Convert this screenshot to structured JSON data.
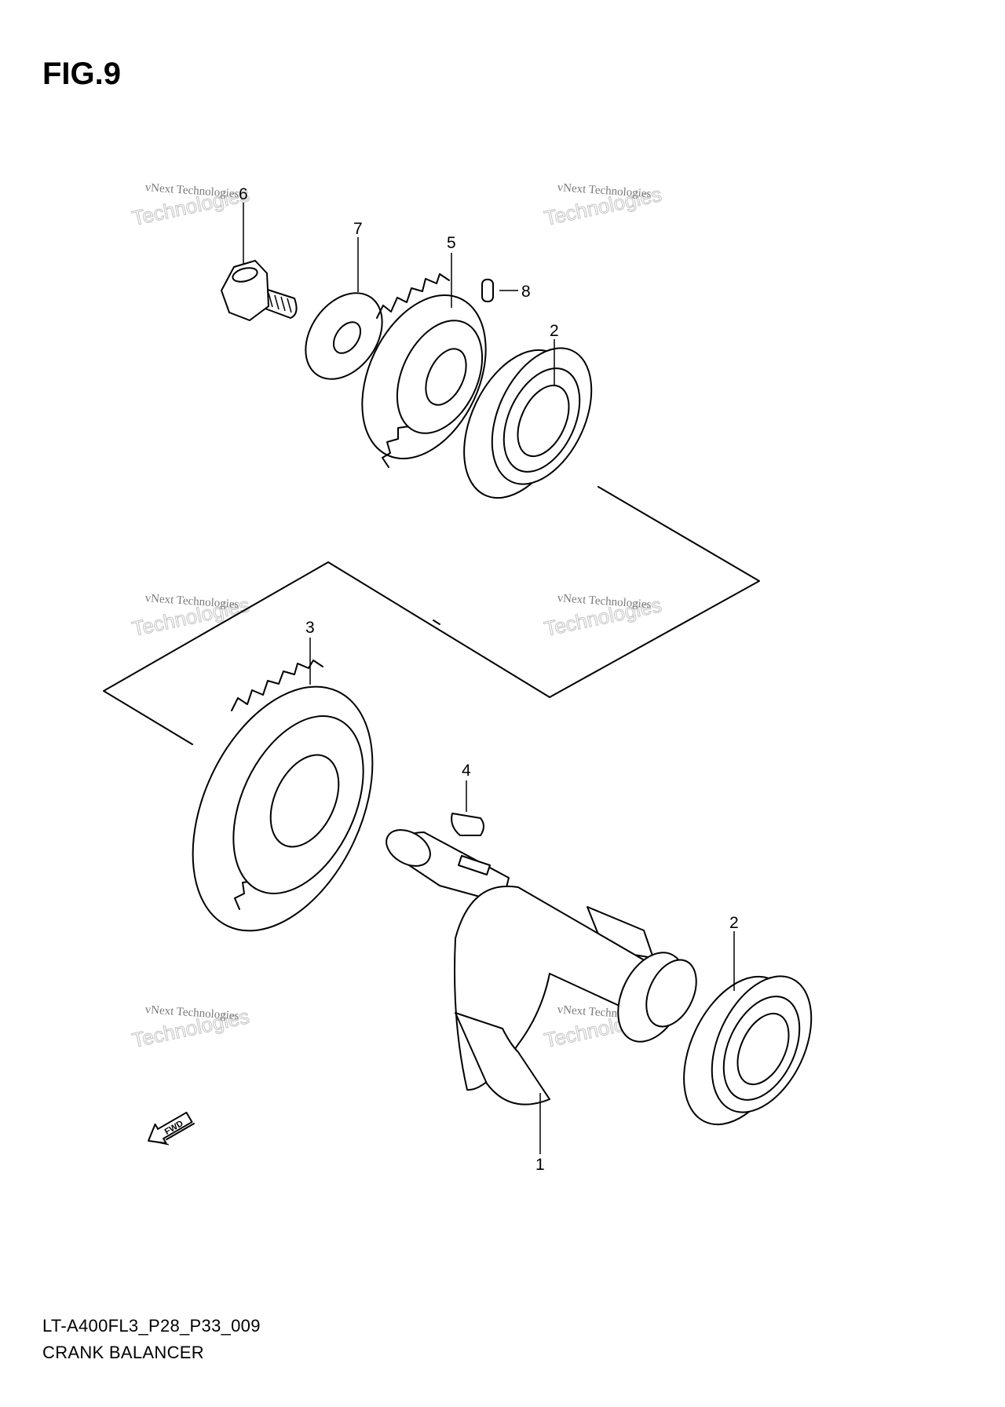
{
  "figure": {
    "title": "FIG.9",
    "code": "LT-A400FL3_P28_P33_009",
    "name": "CRANK BALANCER"
  },
  "callouts": [
    {
      "id": "6",
      "label": "6",
      "part": "bolt"
    },
    {
      "id": "7",
      "label": "7",
      "part": "washer"
    },
    {
      "id": "5",
      "label": "5",
      "part": "gear"
    },
    {
      "id": "8",
      "label": "8",
      "part": "pin"
    },
    {
      "id": "2a",
      "label": "2",
      "part": "bearing"
    },
    {
      "id": "3",
      "label": "3",
      "part": "gear"
    },
    {
      "id": "4",
      "label": "4",
      "part": "key"
    },
    {
      "id": "2b",
      "label": "2",
      "part": "bearing"
    },
    {
      "id": "1",
      "label": "1",
      "part": "balancer-shaft"
    }
  ],
  "fwd": {
    "label": "FWD"
  },
  "watermark": {
    "line1": "vNext Technologies",
    "brand": "Technologies"
  },
  "colors": {
    "ink": "#000000",
    "watermark": "#c4c4c4",
    "background": "#ffffff"
  }
}
